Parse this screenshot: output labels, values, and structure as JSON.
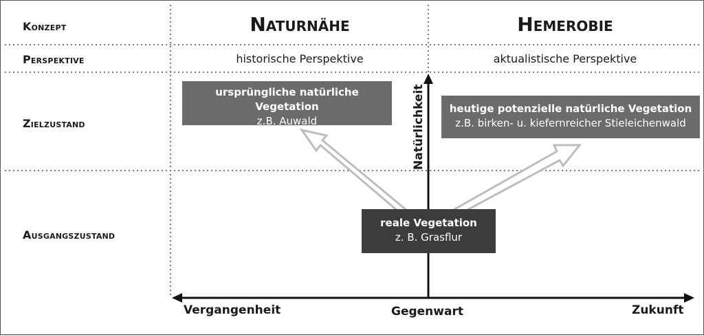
{
  "rows": {
    "konzept": "Konzept",
    "perspektive": "Perspektive",
    "zielzustand": "Zielzustand",
    "ausgangszustand": "Ausgangszustand"
  },
  "columns": {
    "left_title": "Naturnähe",
    "right_title": "Hemerobie",
    "left_perspective": "historische Perspektive",
    "right_perspective": "aktualistische Perspektive"
  },
  "boxes": {
    "original": {
      "title": "ursprüngliche natürliche Vegetation",
      "example": "z.B. Auwald"
    },
    "potential": {
      "title": "heutige potenzielle natürliche Vegetation",
      "example": "z.B. birken- u. kiefernreicher Stieleichenwald"
    },
    "real": {
      "title": "reale Vegetation",
      "example": "z. B. Grasflur"
    }
  },
  "axes": {
    "y_label": "Natürlichkeit",
    "x_left": "Vergangenheit",
    "x_center": "Gegenwart",
    "x_right": "Zukunft"
  },
  "colors": {
    "box_original": "#6b6b6b",
    "box_potential": "#6b6b6b",
    "box_real": "#3c3c3c",
    "arrow": "#bdbdbd",
    "axis": "#111111"
  }
}
